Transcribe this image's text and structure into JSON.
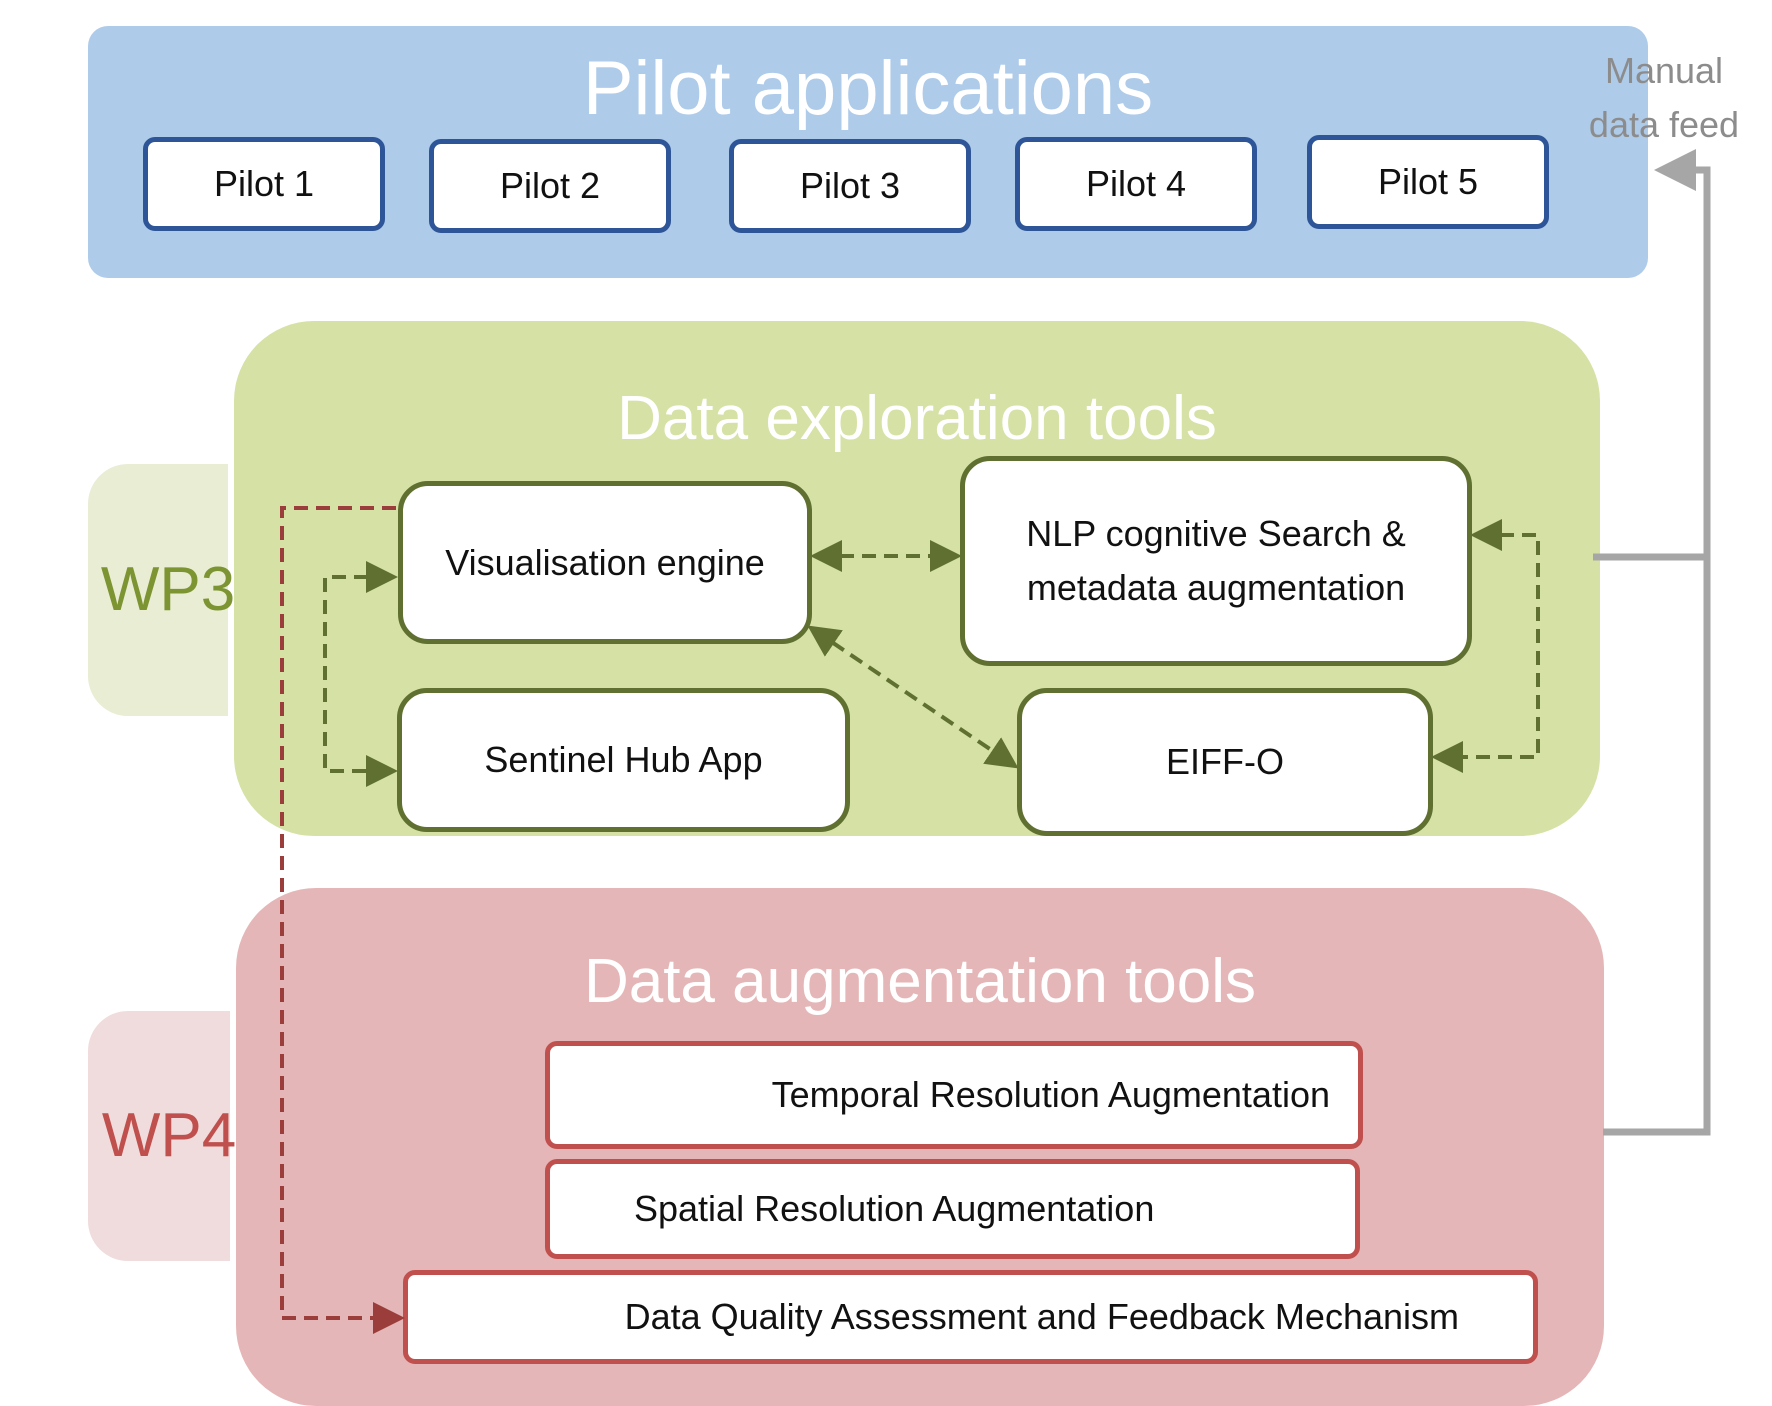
{
  "pilot_panel": {
    "title": "Pilot applications",
    "pilots": [
      "Pilot 1",
      "Pilot 2",
      "Pilot 3",
      "Pilot 4",
      "Pilot 5"
    ]
  },
  "manual_feed": {
    "label": "Manual\ndata feed"
  },
  "wp3": {
    "tab": "WP3",
    "title": "Data exploration tools",
    "visualisation": "Visualisation engine",
    "nlp_line1": "NLP cognitive Search &",
    "nlp_line2": "metadata augmentation",
    "sentinel": "Sentinel Hub App",
    "eiff": "EIFF-O"
  },
  "wp4": {
    "tab": "WP4",
    "title": "Data augmentation tools",
    "temporal": "Temporal Resolution Augmentation",
    "spatial": "Spatial Resolution Augmentation",
    "quality": "Data Quality Assessment and Feedback Mechanism"
  },
  "colors": {
    "pilot_panel": "#aecbe9",
    "pilot_border": "#2e5597",
    "wp3_panel": "#d5e1a5",
    "wp3_border": "#5f7030",
    "wp4_panel": "#e5b6b7",
    "wp4_border": "#c0504d",
    "manual_feed_line": "#a6a6a6",
    "dashed_green": "#5f7030",
    "dashed_red": "#9b3d3a"
  }
}
